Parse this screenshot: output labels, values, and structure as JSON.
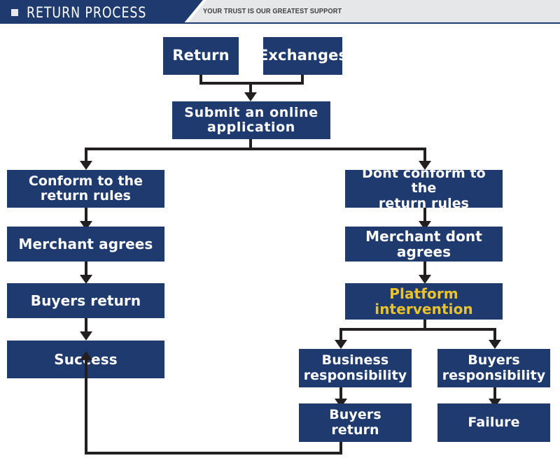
{
  "header": {
    "bullet_icon": "square-bullet-icon",
    "title": "RETURN PROCESS",
    "tagline": "YOUR TRUST IS OUR GREATEST SUPPORT",
    "brand_color": "#1f3a6e",
    "background_color": "#e6e7e9"
  },
  "diagram": {
    "type": "flowchart",
    "node_fill": "#1f3a6e",
    "node_text_color": "#ffffff",
    "highlight_text_color": "#e9c22c",
    "connector_color": "#231f20",
    "nodes": [
      {
        "id": "return",
        "label": "Return",
        "highlight": false
      },
      {
        "id": "exchanges",
        "label": "Exchanges",
        "highlight": false
      },
      {
        "id": "submit",
        "label": "Submit an online\napplication",
        "highlight": false
      },
      {
        "id": "conform",
        "label": "Conform to the\nreturn rules",
        "highlight": false
      },
      {
        "id": "dont-conform",
        "label": "Dont conform to the\nreturn rules",
        "highlight": false
      },
      {
        "id": "merchant-agrees",
        "label": "Merchant agrees",
        "highlight": false
      },
      {
        "id": "merchant-dont-agrees",
        "label": "Merchant dont agrees",
        "highlight": false
      },
      {
        "id": "buyers-return-left",
        "label": "Buyers return",
        "highlight": false
      },
      {
        "id": "platform-intervention",
        "label": "Platform\nintervention",
        "highlight": true
      },
      {
        "id": "success",
        "label": "Success",
        "highlight": false
      },
      {
        "id": "business-responsibility",
        "label": "Business\nresponsibility",
        "highlight": false
      },
      {
        "id": "buyers-responsibility",
        "label": "Buyers\nresponsibility",
        "highlight": false
      },
      {
        "id": "buyers-return-right",
        "label": "Buyers\nreturn",
        "highlight": false
      },
      {
        "id": "failure",
        "label": "Failure",
        "highlight": false
      }
    ],
    "edges": [
      {
        "from": "return",
        "to": "submit"
      },
      {
        "from": "exchanges",
        "to": "submit"
      },
      {
        "from": "submit",
        "to": "conform"
      },
      {
        "from": "submit",
        "to": "dont-conform"
      },
      {
        "from": "conform",
        "to": "merchant-agrees"
      },
      {
        "from": "merchant-agrees",
        "to": "buyers-return-left"
      },
      {
        "from": "buyers-return-left",
        "to": "success"
      },
      {
        "from": "dont-conform",
        "to": "merchant-dont-agrees"
      },
      {
        "from": "merchant-dont-agrees",
        "to": "platform-intervention"
      },
      {
        "from": "platform-intervention",
        "to": "business-responsibility"
      },
      {
        "from": "platform-intervention",
        "to": "buyers-responsibility"
      },
      {
        "from": "business-responsibility",
        "to": "buyers-return-right"
      },
      {
        "from": "buyers-responsibility",
        "to": "failure"
      },
      {
        "from": "buyers-return-right",
        "to": "success"
      }
    ]
  }
}
